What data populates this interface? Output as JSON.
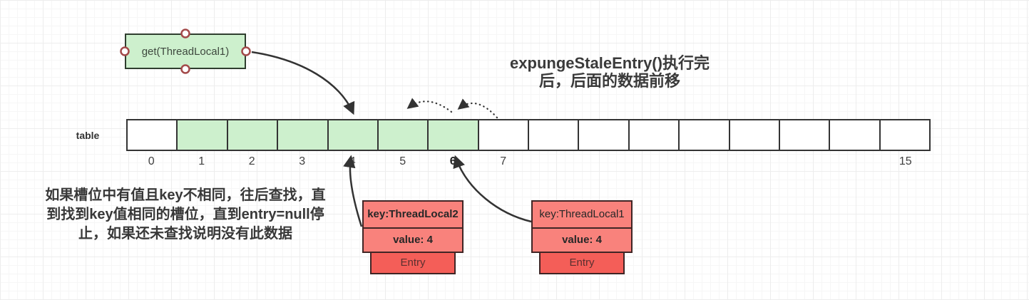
{
  "diagram": {
    "get_box": {
      "label": "get(ThreadLocal1)"
    },
    "top_note": {
      "lines": [
        "expungeStaleEntry()执行完",
        "后，后面的数据前移"
      ]
    },
    "side_note": {
      "lines": [
        "如果槽位中有值且key不相同，往后查找，直",
        "到找到key值相同的槽位，直到entry=null停",
        "止，如果还未查找说明没有此数据"
      ]
    },
    "table": {
      "label": "table",
      "cells": [
        {
          "index": "0",
          "label": "0",
          "green": false,
          "bold": false
        },
        {
          "index": "1",
          "label": "1",
          "green": true,
          "bold": false
        },
        {
          "index": "2",
          "label": "2",
          "green": true,
          "bold": false
        },
        {
          "index": "3",
          "label": "3",
          "green": true,
          "bold": false
        },
        {
          "index": "4",
          "label": "4",
          "green": true,
          "bold": false
        },
        {
          "index": "5",
          "label": "5",
          "green": true,
          "bold": false
        },
        {
          "index": "6",
          "label": "6",
          "green": true,
          "bold": true
        },
        {
          "index": "7",
          "label": "7",
          "green": false,
          "bold": false
        },
        {
          "index": "8",
          "label": "",
          "green": false,
          "bold": false
        },
        {
          "index": "9",
          "label": "",
          "green": false,
          "bold": false
        },
        {
          "index": "10",
          "label": "",
          "green": false,
          "bold": false
        },
        {
          "index": "11",
          "label": "",
          "green": false,
          "bold": false
        },
        {
          "index": "12",
          "label": "",
          "green": false,
          "bold": false
        },
        {
          "index": "13",
          "label": "",
          "green": false,
          "bold": false
        },
        {
          "index": "14",
          "label": "",
          "green": false,
          "bold": false
        },
        {
          "index": "15",
          "label": "15",
          "green": false,
          "bold": false
        }
      ]
    },
    "entries": [
      {
        "key": "key:ThreadLocal2",
        "value": "value: 4",
        "footer": "Entry",
        "points_to_slot": "4"
      },
      {
        "key": "key:ThreadLocal1",
        "value": "value: 4",
        "footer": "Entry",
        "points_to_slot": "6"
      }
    ],
    "colors": {
      "green_fill": "#cdf0cd",
      "green_border": "#2f3e2f",
      "cell_border": "#343434",
      "pink_fill": "#f9827c",
      "red_fill": "#f45e58",
      "entry_border": "#402525",
      "connector_ring": "#a34a4a",
      "arrow": "#333333",
      "text": "#3a3a3a"
    }
  }
}
